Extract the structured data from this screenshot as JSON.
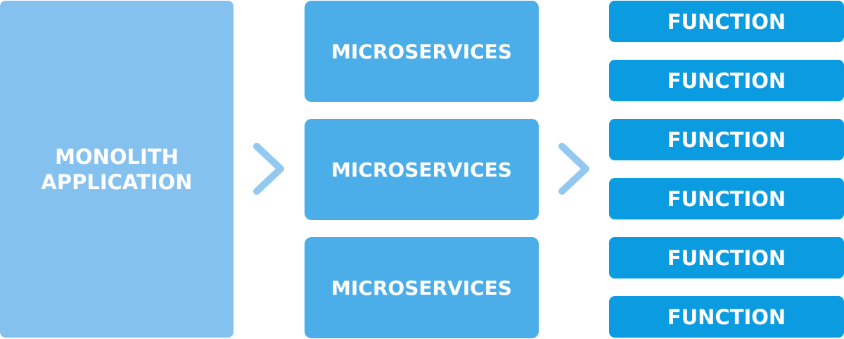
{
  "monolith": {
    "line1": "MONOLITH",
    "line2": "APPLICATION"
  },
  "microservices": [
    "MICROSERVICES",
    "MICROSERVICES",
    "MICROSERVICES"
  ],
  "functions": [
    "FUNCTION",
    "FUNCTION",
    "FUNCTION",
    "FUNCTION",
    "FUNCTION",
    "FUNCTION"
  ],
  "colors": {
    "monolith": "#85C1EE",
    "microservices": "#4BAEE8",
    "functions": "#0A9BE0",
    "arrow": "#93C9F0"
  }
}
